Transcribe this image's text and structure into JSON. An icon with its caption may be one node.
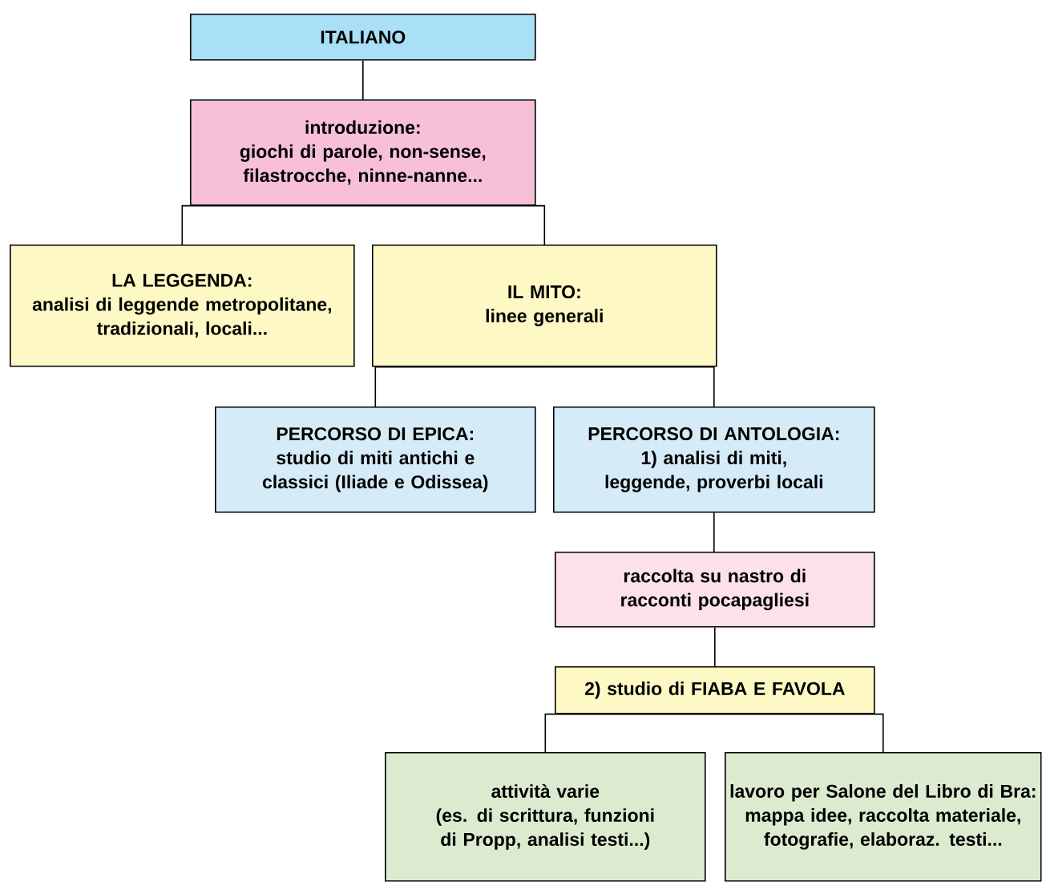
{
  "diagram": {
    "nodes": [
      {
        "text": [
          "ITALIANO"
        ]
      },
      {
        "text": [
          "introduzione:",
          "giochi di parole, non-sense, filastrocche, ninne-nanne..."
        ]
      },
      {
        "text": [
          "LA LEGGENDA:",
          "analisi di leggende metropolitane, tradizionali, locali..."
        ]
      },
      {
        "text": [
          "IL MITO:",
          "linee generali"
        ]
      },
      {
        "text": [
          "PERCORSO DI EPICA:",
          "studio di miti antichi e classici (Iliade e Odissea)"
        ]
      },
      {
        "text": [
          "PERCORSO DI ANTOLOGIA:",
          "1) analisi di miti, leggende, proverbi locali"
        ]
      },
      {
        "text": [
          "raccolta su nastro di racconti pocapagliesi"
        ]
      },
      {
        "text": [
          "2) studio di FIABA E FAVOLA"
        ]
      },
      {
        "text": [
          "attività varie",
          "(es. di scrittura, funzioni di Propp, analisi testi...)"
        ]
      },
      {
        "text": [
          "lavoro per Salone del Libro di Bra:",
          "mappa idee, raccolta materiale, fotografie, elaboraz. testi..."
        ]
      }
    ],
    "edges": [
      {
        "from": 0,
        "to": 1,
        "arrow": "none"
      },
      {
        "from": 1,
        "to": 2,
        "arrow": "none"
      },
      {
        "from": 1,
        "to": 3,
        "arrow": "none"
      },
      {
        "from": 3,
        "to": 4,
        "arrow": "none"
      },
      {
        "from": 3,
        "to": 5,
        "arrow": "none"
      },
      {
        "from": 5,
        "to": 6,
        "arrow": "none"
      },
      {
        "from": 6,
        "to": 7,
        "arrow": "none"
      },
      {
        "from": 7,
        "to": 8,
        "arrow": "none"
      },
      {
        "from": 7,
        "to": 9,
        "arrow": "none"
      }
    ]
  }
}
